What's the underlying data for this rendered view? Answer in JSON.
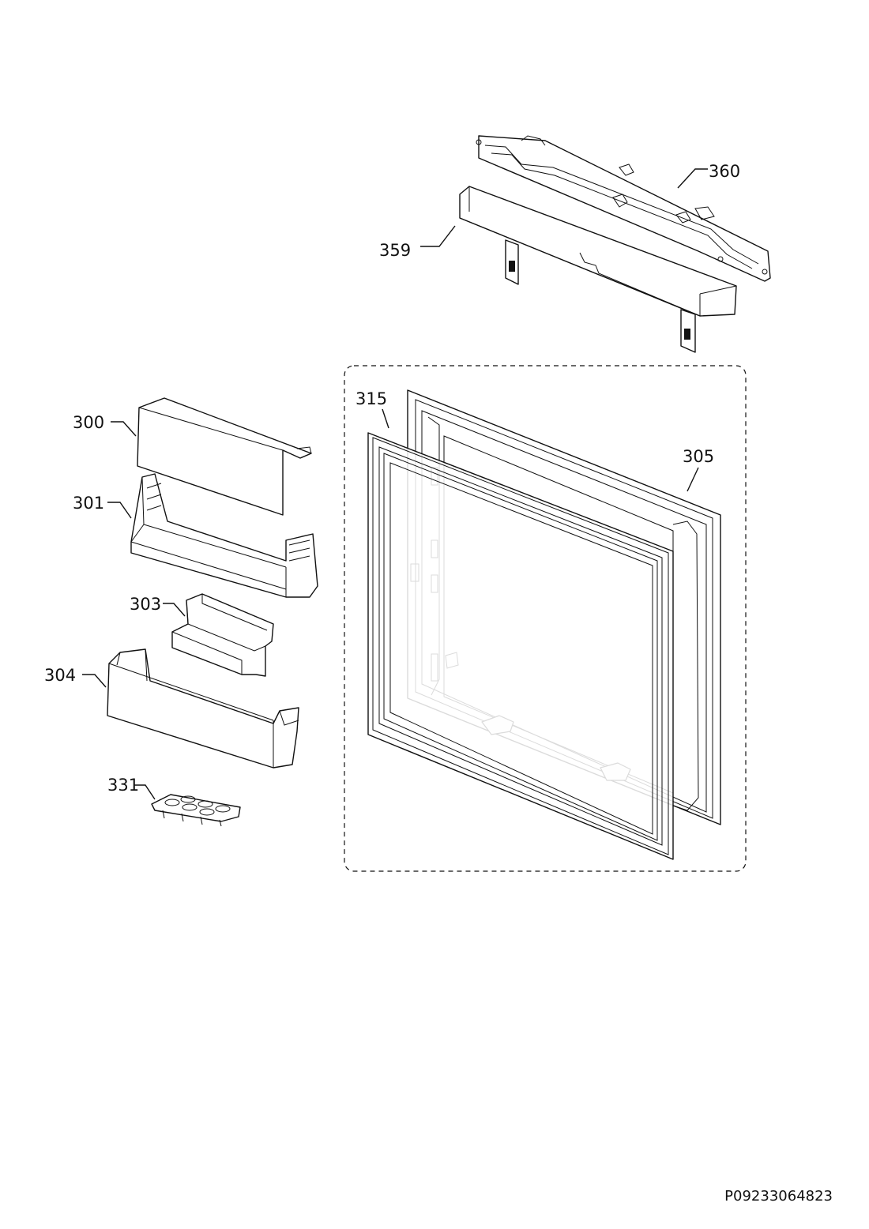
{
  "parts": {
    "p360": "360",
    "p359": "359",
    "p315": "315",
    "p305": "305",
    "p300": "300",
    "p301": "301",
    "p303": "303",
    "p304": "304",
    "p331": "331"
  },
  "document_id": "P09233064823"
}
